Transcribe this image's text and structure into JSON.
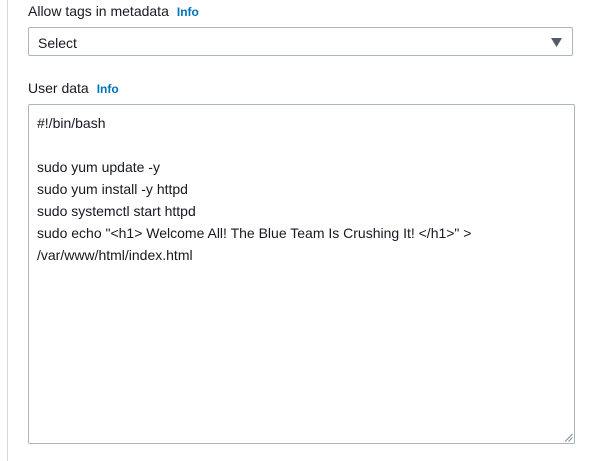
{
  "metadata_tags": {
    "label": "Allow tags in metadata",
    "info_link": "Info",
    "select_value": "Select"
  },
  "user_data": {
    "label": "User data",
    "info_link": "Info",
    "lines": [
      "#!/bin/bash",
      "",
      "sudo yum update -y",
      "sudo yum install -y httpd",
      "sudo systemctl start httpd",
      "sudo echo \"<h1> Welcome All! The Blue Team Is Crushing It! </h1>\" >",
      "/var/www/html/index.html"
    ]
  },
  "icons": {
    "dropdown": "caret-down-icon",
    "resize": "resize-handle-icon"
  },
  "colors": {
    "text": "#16191f",
    "link": "#0073bb",
    "border": "#aab7b8"
  }
}
